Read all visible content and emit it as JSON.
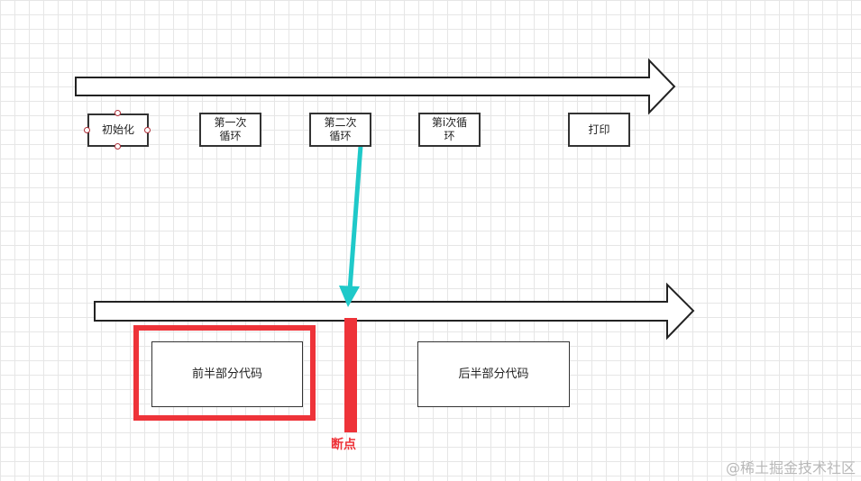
{
  "timeline_top": {
    "steps": [
      {
        "label": "初始化"
      },
      {
        "label": "第一次\n循环"
      },
      {
        "label": "第二次\n循环"
      },
      {
        "label": "第i次循\n环"
      },
      {
        "label": "打印"
      }
    ]
  },
  "timeline_bottom": {
    "first_half_label": "前半部分代码",
    "second_half_label": "后半部分代码",
    "breakpoint_label": "断点"
  },
  "connector_color": "#1fc9c9",
  "highlight_color": "#ee3339",
  "watermark": "@稀土掘金技术社区"
}
